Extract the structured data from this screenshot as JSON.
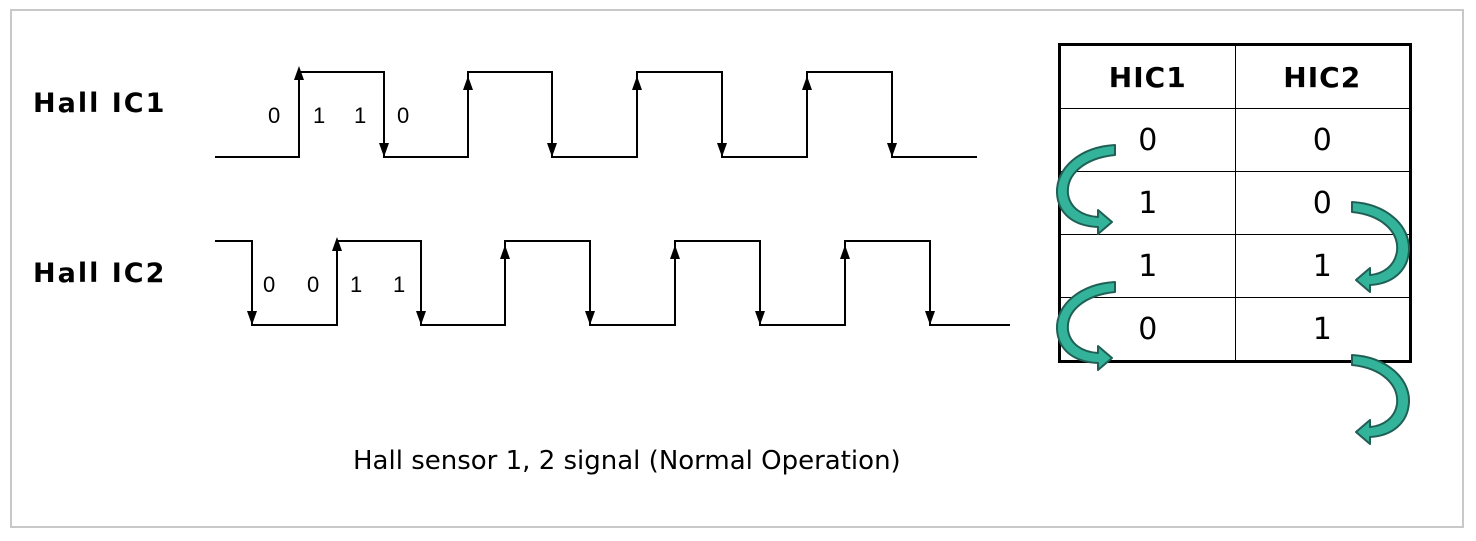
{
  "signals": {
    "hic1_label": "Hall IC1",
    "hic2_label": "Hall IC2",
    "hic1_bits": [
      "0",
      "1",
      "1",
      "0"
    ],
    "hic2_bits": [
      "0",
      "0",
      "1",
      "1"
    ]
  },
  "caption": "Hall sensor 1, 2 signal (Normal Operation)",
  "truth_table": {
    "headers": [
      "HIC1",
      "HIC2"
    ],
    "rows": [
      [
        "0",
        "0"
      ],
      [
        "1",
        "0"
      ],
      [
        "1",
        "1"
      ],
      [
        "0",
        "1"
      ]
    ]
  },
  "colors": {
    "arrow_fill": "#33b39a",
    "arrow_stroke": "#1f5f55",
    "line": "#000000"
  }
}
